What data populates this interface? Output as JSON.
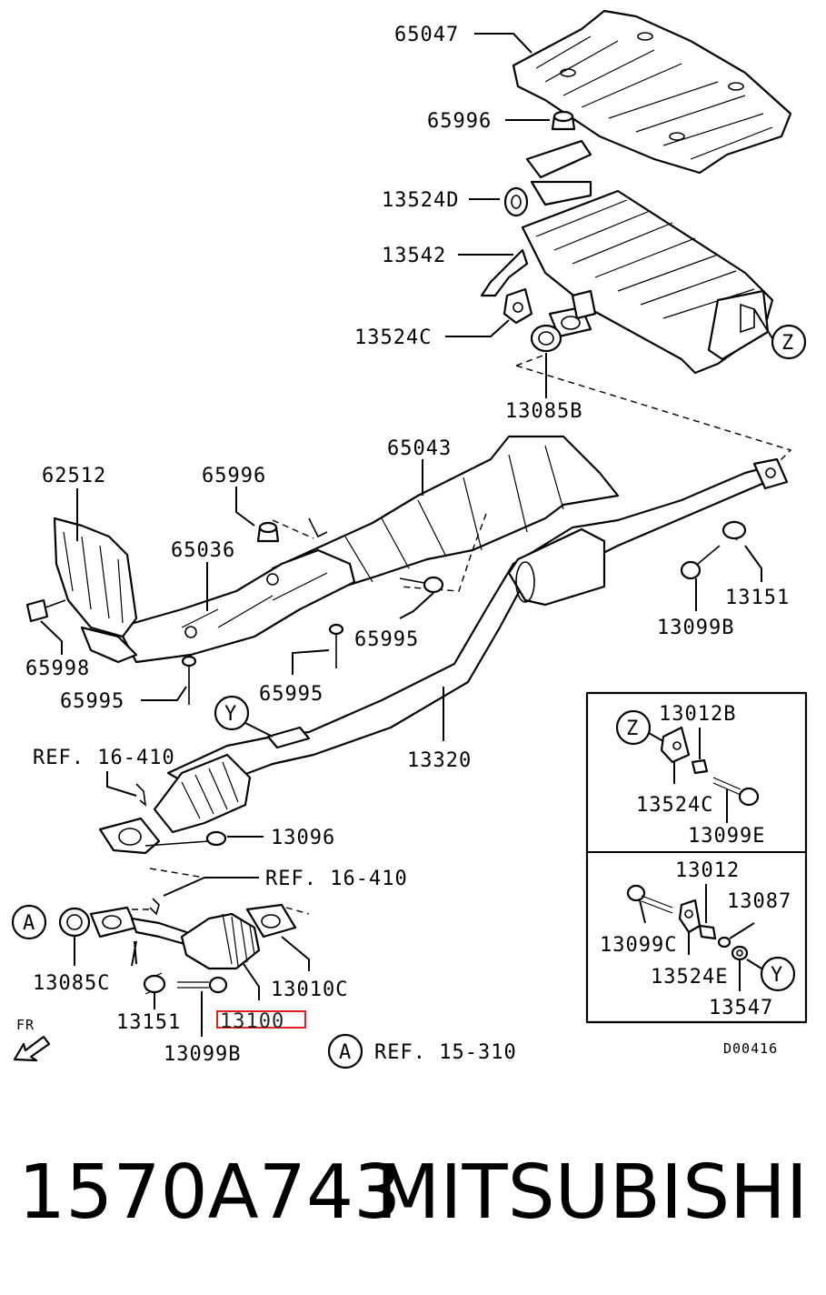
{
  "diagram_code": "D00416",
  "direction_label": "FR",
  "reference_note": "REF. 15-310",
  "reference_callout": "A",
  "callouts": {
    "a": "A",
    "y": "Y",
    "z": "Z"
  },
  "parts": {
    "p65047": "65047",
    "p65996_top": "65996",
    "p13524D": "13524D",
    "p13542": "13542",
    "p13524C": "13524C",
    "p13085B": "13085B",
    "p65043": "65043",
    "p62512": "62512",
    "p65996_mid": "65996",
    "p65036": "65036",
    "p65995_a": "65995",
    "p65998": "65998",
    "p65995_b": "65995",
    "p65995_c": "65995",
    "p13151_right": "13151",
    "p13099B_right": "13099B",
    "p13320": "13320",
    "ref_16_410_a": "REF. 16-410",
    "p13096": "13096",
    "ref_16_410_b": "REF. 16-410",
    "p13085C": "13085C",
    "p13010C": "13010C",
    "p13151_left": "13151",
    "p13100": "13100",
    "p13099B_left": "13099B"
  },
  "inset_top": {
    "p13012B": "13012B",
    "p13524C": "13524C",
    "p13099E": "13099E"
  },
  "inset_bottom": {
    "p13012": "13012",
    "p13087": "13087",
    "p13099C": "13099C",
    "p13524E": "13524E",
    "p13547": "13547"
  },
  "highlight_color": "#e02020",
  "footer": {
    "part_number": "1570A743",
    "brand": "MITSUBISHI"
  }
}
